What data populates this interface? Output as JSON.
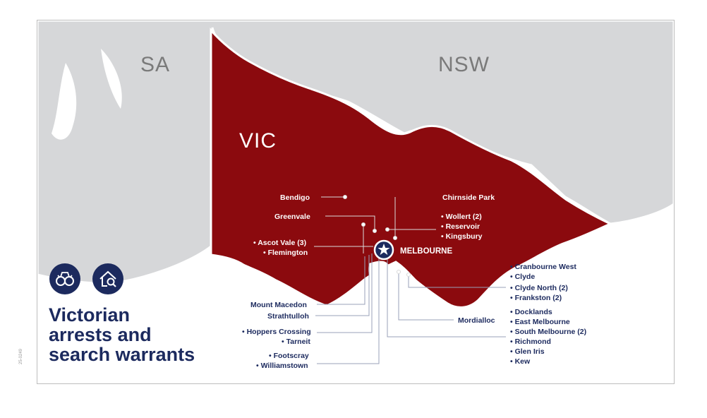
{
  "states": {
    "sa": "SA",
    "nsw": "NSW",
    "vic": "VIC"
  },
  "melbourne": "MELBOURNE",
  "title_lines": [
    "Victorian",
    "arrests and",
    "search warrants"
  ],
  "doc_code": "25-0249",
  "icons": {
    "handcuffs": "handcuffs-icon",
    "house_search": "house-search-icon",
    "melbourne_marker": "star-marker-icon"
  },
  "labels_white": {
    "bendigo": "Bendigo",
    "greenvale": "Greenvale",
    "ascot_vale": "• Ascot Vale (3)",
    "flemington": "• Flemington",
    "chirnside_park": "Chirnside Park",
    "wollert": "• Wollert (2)",
    "reservoir": "• Reservoir",
    "kingsbury": "• Kingsbury"
  },
  "labels_dark": {
    "mount_macedon": "Mount Macedon",
    "strathtulloh": "Strathtulloh",
    "hoppers_crossing": "• Hoppers Crossing",
    "tarneit": "• Tarneit",
    "footscray": "• Footscray",
    "williamstown": "• Williamstown",
    "mordialloc": "Mordialloc",
    "cranbourne_west": "• Cranbourne West",
    "clyde": "• Clyde",
    "clyde_north": "• Clyde North (2)",
    "frankston": "• Frankston (2)",
    "docklands": "• Docklands",
    "east_melbourne": "• East Melbourne",
    "south_melbourne": "• South Melbourne (2)",
    "richmond": "• Richmond",
    "glen_iris": "• Glen Iris",
    "kew": "• Kew"
  },
  "colors": {
    "vic": "#8b0a0e",
    "land": "#d6d7d9",
    "navy": "#1c2a5e"
  }
}
